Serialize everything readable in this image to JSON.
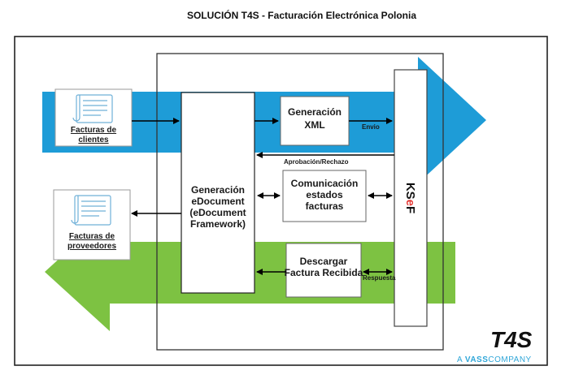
{
  "title": "SOLUCIÓN T4S - Facturación Electrónica Polonia",
  "nodes": {
    "generacion_edocument": [
      "Generación",
      "eDocument",
      "(eDocument",
      "Framework)"
    ],
    "generacion_xml": [
      "Generación",
      "XML"
    ],
    "comunicacion": [
      "Comunicación",
      "estados",
      "facturas"
    ],
    "descargar": [
      "Descargar",
      "Factura Recibida"
    ],
    "ksef": "KSeF",
    "facturas_clientes": [
      "Facturas de",
      "clientes"
    ],
    "facturas_proveedores": [
      "Facturas de",
      "proveedores"
    ]
  },
  "edges": {
    "envio": "Envio",
    "aprobacion": "Aprobación/Rechazo",
    "respuesta": "Respuesta"
  },
  "logo": {
    "mark": "T4S",
    "tagline_prefix": "A ",
    "tagline_brand": "VASS",
    "tagline_suffix": "COMPANY"
  },
  "colors": {
    "blue_band": "#1e9cd7",
    "green_band": "#7dc242",
    "ksef_accent": "#e53935",
    "tagline": "#2fa6d8"
  }
}
